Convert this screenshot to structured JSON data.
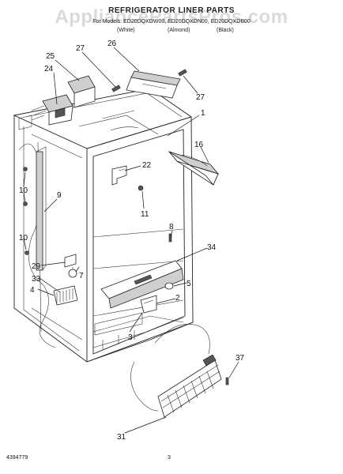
{
  "header": {
    "title": "REFRIGERATOR LINER PARTS",
    "models": "For Models: ED20DQXDW00, ED20DQXDN00, ED20DQXDB00",
    "variants": [
      "(White)",
      "(Almond)",
      "(Black)"
    ]
  },
  "watermark": "AppliancePartsPros.com",
  "callouts": {
    "c25": "25",
    "c24": "24",
    "c27a": "27",
    "c26": "26",
    "c27b": "27",
    "c1": "1",
    "c16": "16",
    "c22": "22",
    "c11": "11",
    "c10a": "10",
    "c9": "9",
    "c10b": "10",
    "c8": "8",
    "c34": "34",
    "c29": "29",
    "c7": "7",
    "c33": "33",
    "c5": "5",
    "c4": "4",
    "c2": "2",
    "c3": "3",
    "c37": "37",
    "c31": "31"
  },
  "footer": {
    "doc_number": "4394779",
    "page_number": "3"
  }
}
